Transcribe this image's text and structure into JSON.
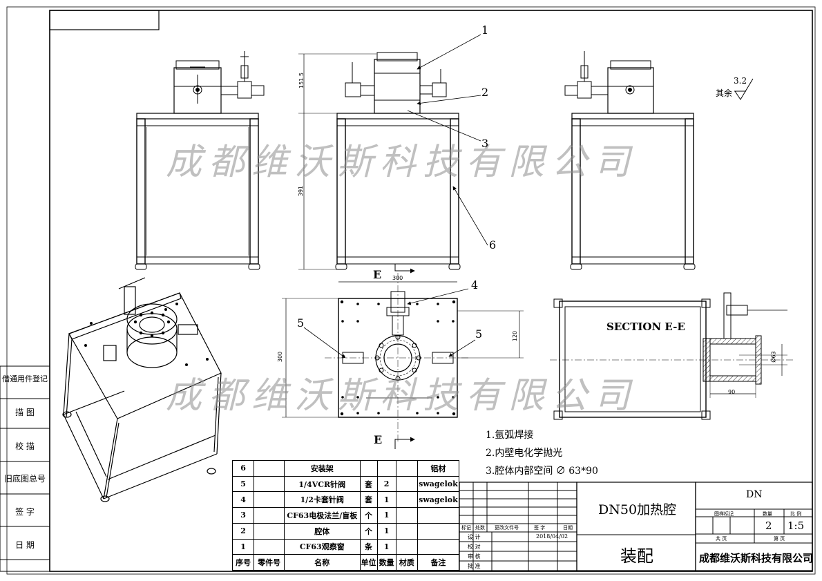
{
  "watermark": "成都维沃斯科技有限公司",
  "sidebar": [
    "借通用件登记",
    "描 图",
    "校 描",
    "旧底图总号",
    "签 字",
    "日 期"
  ],
  "views": {
    "section_title": "SECTION E-E",
    "section_mark": "E",
    "roughness_label": "其余",
    "roughness_value": "3.2"
  },
  "callouts": [
    "1",
    "2",
    "3",
    "4",
    "5",
    "5",
    "6"
  ],
  "dimensions": {
    "top_height": "151.5",
    "frame_height": "391",
    "plan_width": "300",
    "plan_height": "300",
    "plan_offset": "120",
    "section_diameter": "Ø63",
    "section_length": "90"
  },
  "notes": [
    "1.氩弧焊接",
    "2.内壁电化学抛光",
    "3.腔体内部空间 ∅ 63*90"
  ],
  "bom": {
    "rows": [
      {
        "no": "6",
        "part": "",
        "name": "安装架",
        "unit": "",
        "qty": "",
        "material": "",
        "remark": "铝材"
      },
      {
        "no": "5",
        "part": "",
        "name": "1/4VCR针阀",
        "unit": "套",
        "qty": "2",
        "material": "",
        "remark": "swagelok"
      },
      {
        "no": "4",
        "part": "",
        "name": "1/2卡套针阀",
        "unit": "套",
        "qty": "1",
        "material": "",
        "remark": "swagelok"
      },
      {
        "no": "3",
        "part": "",
        "name": "CF63电极法兰/盲板",
        "unit": "个",
        "qty": "1",
        "material": "",
        "remark": ""
      },
      {
        "no": "2",
        "part": "",
        "name": "腔体",
        "unit": "个",
        "qty": "1",
        "material": "",
        "remark": ""
      },
      {
        "no": "1",
        "part": "",
        "name": "CF63观察窗",
        "unit": "条",
        "qty": "1",
        "material": "",
        "remark": ""
      }
    ],
    "header": [
      "序号",
      "零件号",
      "名称",
      "单位",
      "数量",
      "材质",
      "备注"
    ]
  },
  "title_block": {
    "rev_headers": [
      "标记",
      "处数",
      "更改文件号",
      "签 字",
      "日期"
    ],
    "roles": [
      "设 计",
      "校 对",
      "审 核",
      "批 准"
    ],
    "date": "2018/04/02",
    "drawing_name": "DN50加热腔",
    "drawing_type": "装配",
    "code": "DN",
    "stage_label": "图样标记",
    "qty_label": "数量",
    "scale_label": "比 例",
    "qty": "2",
    "scale": "1:5",
    "sheet_total": "共 页",
    "sheet_no": "第 页",
    "company": "成都维沃斯科技有限公司"
  }
}
